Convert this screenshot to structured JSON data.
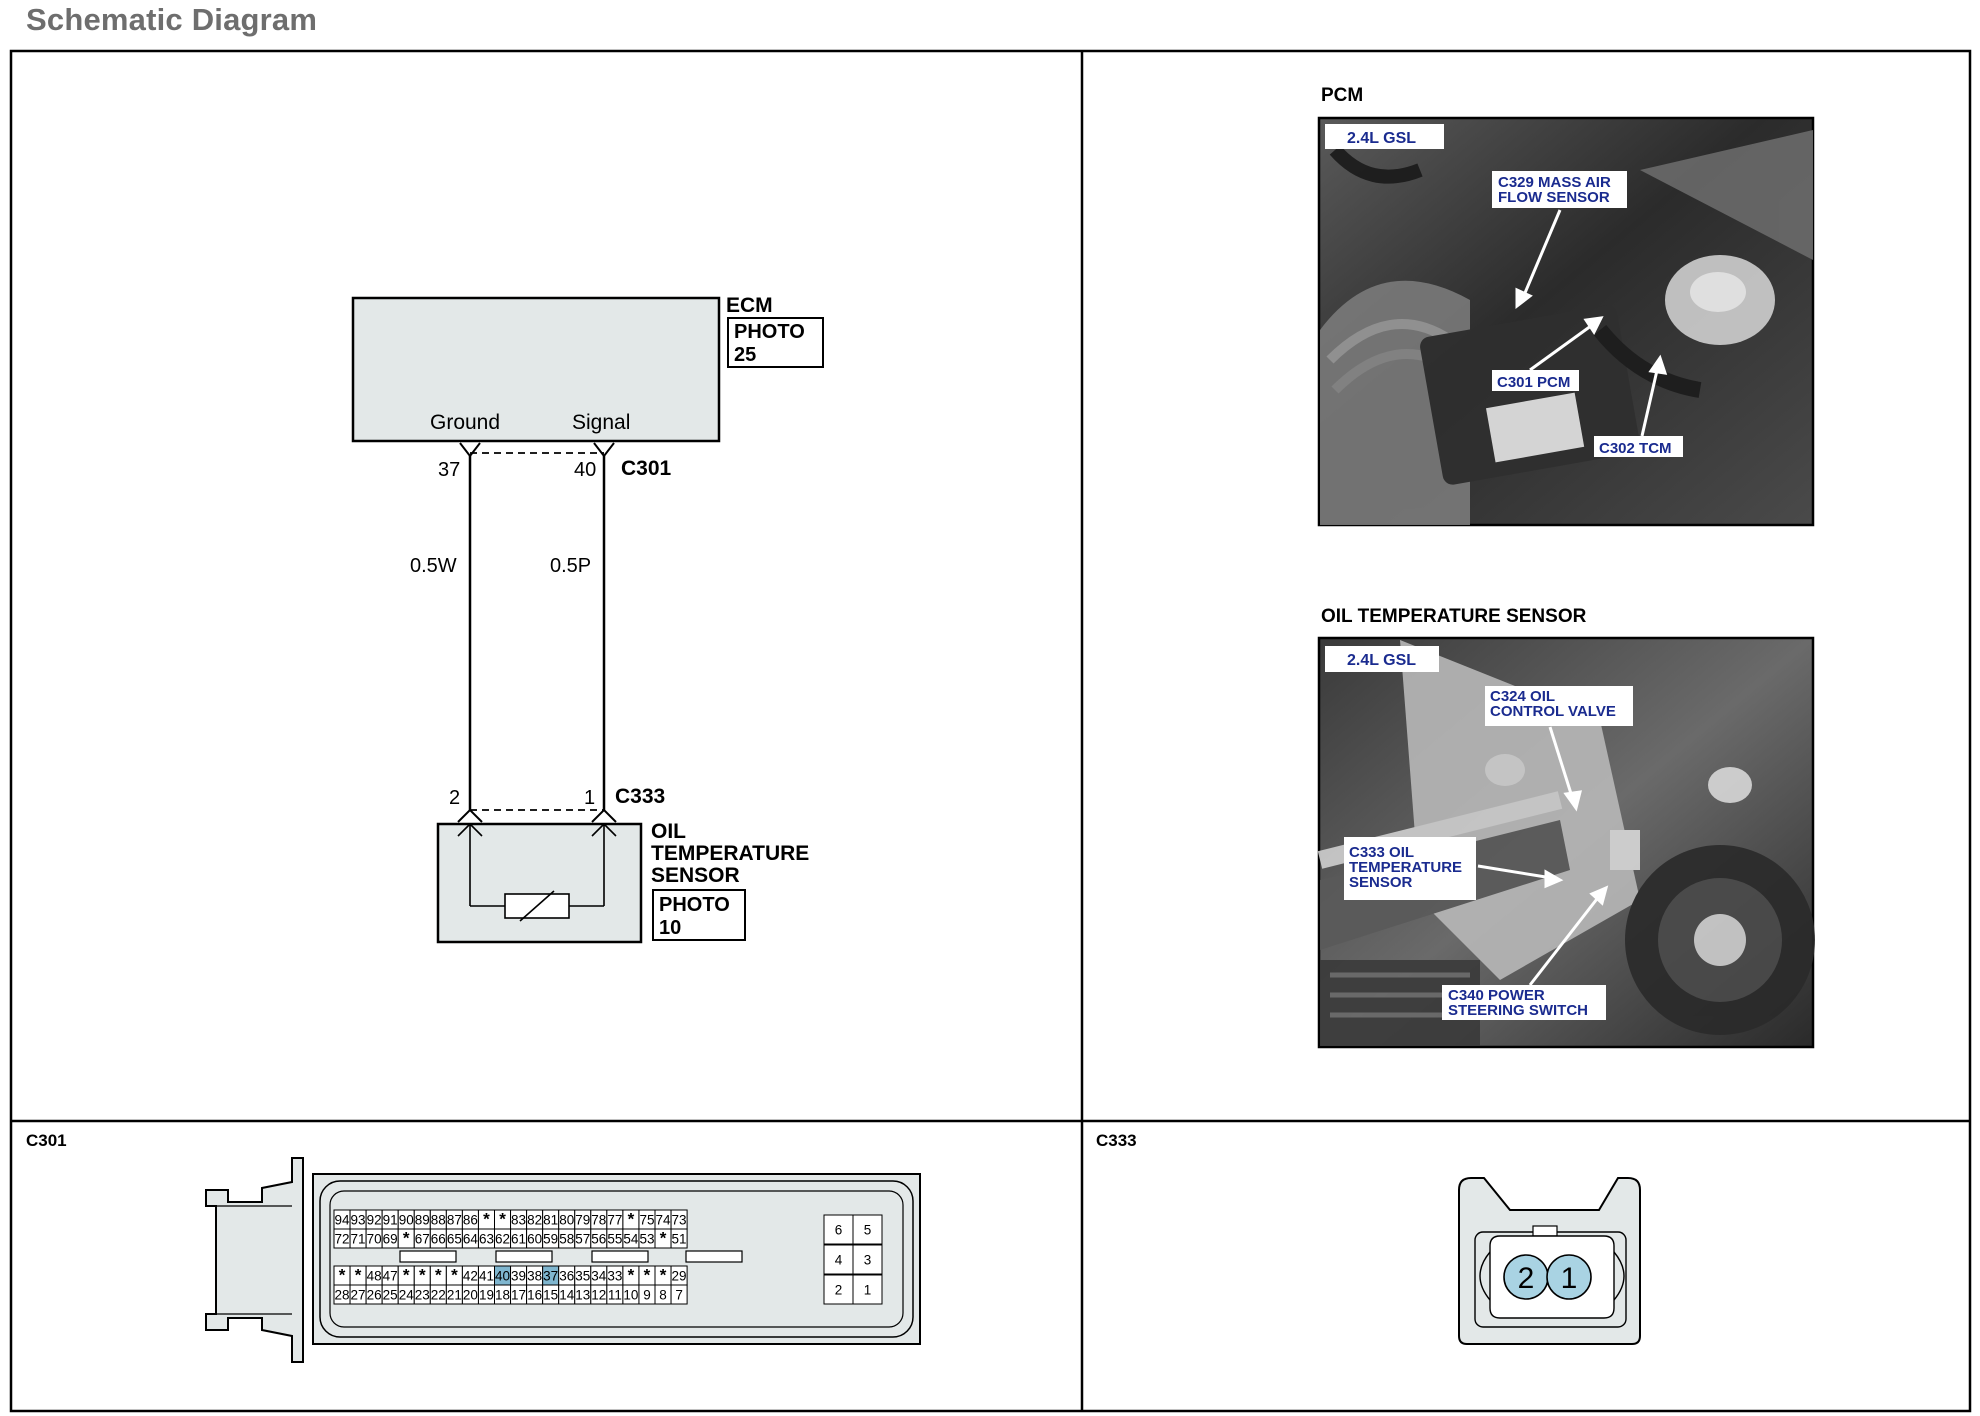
{
  "title": "Schematic Diagram",
  "schematic": {
    "ecm": {
      "name": "ECM",
      "photo_label": "PHOTO",
      "photo_num": "25",
      "pin_left_label": "Ground",
      "pin_right_label": "Signal"
    },
    "connector_top": {
      "name": "C301",
      "pin_left": "37",
      "pin_right": "40"
    },
    "wires": {
      "left": "0.5W",
      "right": "0.5P"
    },
    "connector_bottom": {
      "name": "C333",
      "pin_left": "2",
      "pin_right": "1"
    },
    "sensor": {
      "line1": "OIL",
      "line2": "TEMPERATURE",
      "line3": "SENSOR",
      "photo_label": "PHOTO",
      "photo_num": "10"
    }
  },
  "photos": {
    "pcm": {
      "caption": "PCM",
      "tag": "2.4L GSL",
      "callouts": {
        "maf1": "C329 MASS AIR",
        "maf2": "FLOW SENSOR",
        "pcm": "C301 PCM",
        "tcm": "C302 TCM"
      }
    },
    "ots": {
      "caption": "OIL TEMPERATURE SENSOR",
      "tag": "2.4L GSL",
      "callouts": {
        "ocv1": "C324 OIL",
        "ocv2": "CONTROL VALVE",
        "ots1": "C333 OIL",
        "ots2": "TEMPERATURE",
        "ots3": "SENSOR",
        "pss1": "C340 POWER",
        "pss2": "STEERING SWITCH"
      }
    }
  },
  "connectors": {
    "c301": {
      "caption": "C301",
      "highlight": [
        "37",
        "40"
      ],
      "highlight_color": "#7fb6cf",
      "upper_rows": [
        [
          "94",
          "93",
          "92",
          "91",
          "90",
          "89",
          "88",
          "87",
          "86",
          "*",
          "*",
          "83",
          "82",
          "81",
          "80",
          "79",
          "78",
          "77",
          "*",
          "75",
          "74",
          "73"
        ],
        [
          "72",
          "71",
          "70",
          "69",
          "*",
          "67",
          "66",
          "65",
          "64",
          "63",
          "62",
          "61",
          "60",
          "59",
          "58",
          "57",
          "56",
          "55",
          "54",
          "53",
          "*",
          "51"
        ]
      ],
      "lower_rows": [
        [
          "*",
          "*",
          "48",
          "47",
          "*",
          "*",
          "*",
          "*",
          "42",
          "41",
          "40",
          "39",
          "38",
          "37",
          "36",
          "35",
          "34",
          "33",
          "*",
          "*",
          "*",
          "29"
        ],
        [
          "28",
          "27",
          "26",
          "25",
          "24",
          "23",
          "22",
          "21",
          "20",
          "19",
          "18",
          "17",
          "16",
          "15",
          "14",
          "13",
          "12",
          "11",
          "10",
          "9",
          "8",
          "7"
        ]
      ],
      "side_rows": [
        [
          "6",
          "5"
        ],
        [
          "4",
          "3"
        ],
        [
          "2",
          "1"
        ]
      ]
    },
    "c333": {
      "caption": "C333",
      "pins": [
        "2",
        "1"
      ],
      "pin_color": "#a9d3e3"
    }
  }
}
